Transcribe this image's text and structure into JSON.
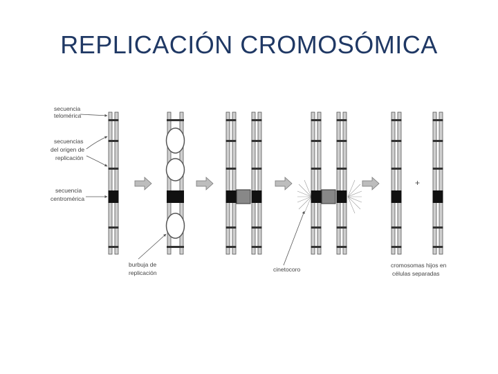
{
  "title": "REPLICACIÓN CROMOSÓMICA",
  "labels": {
    "telomeric": [
      "secuencia",
      "telomérica"
    ],
    "origin": [
      "secuencias",
      "del origen de",
      "replicación"
    ],
    "centromeric": [
      "secuencia",
      "centromérica"
    ],
    "bubble": [
      "burbuja de",
      "replicación"
    ],
    "kinetochore": "cinetocoro",
    "daughters": [
      "cromosomas hijos en",
      "células separadas"
    ],
    "plus": "+"
  },
  "colors": {
    "title": "#1f3864",
    "strand": "#c9c9c9",
    "outline": "#555555",
    "band": "#333333",
    "centromere": "#111111",
    "kinetochore": "#888888",
    "arrow": "#aaaaaa"
  }
}
